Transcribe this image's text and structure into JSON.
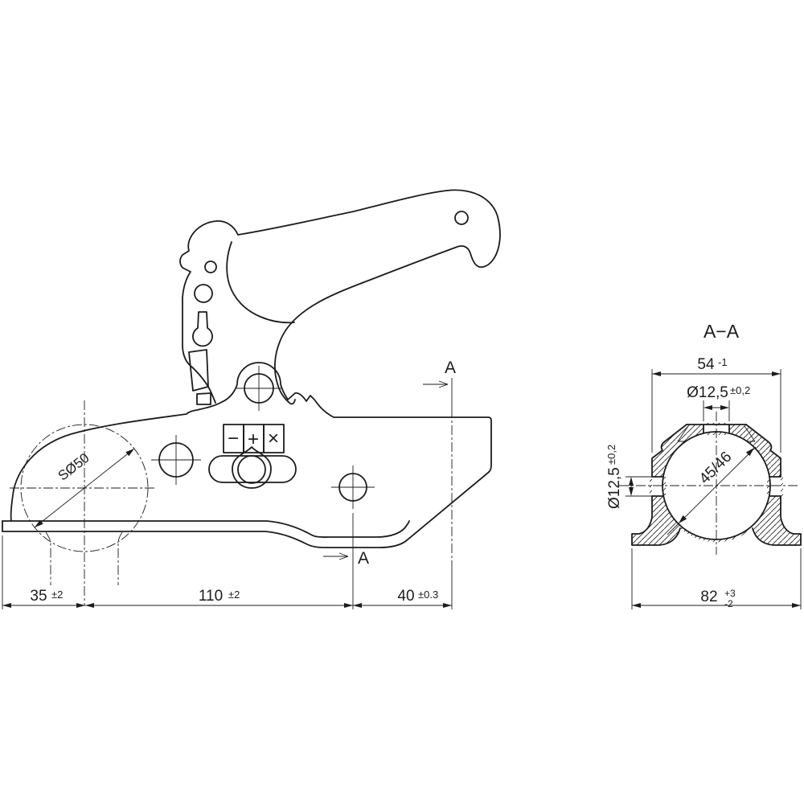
{
  "main_view": {
    "ball_label": "SØ50",
    "section_marker_top": "A",
    "section_marker_bottom": "A",
    "wear_indicator": {
      "minus": "−",
      "plus": "+",
      "cross": "×"
    },
    "dimensions": {
      "d35": {
        "value": "35",
        "tolerance": "±2"
      },
      "d110": {
        "value": "110",
        "tolerance": "±2"
      },
      "d40": {
        "value": "40",
        "tolerance": "±0.3"
      }
    }
  },
  "section_view": {
    "title": "A−A",
    "dimensions": {
      "d54": {
        "value": "54",
        "tolerance": "-1"
      },
      "hole_top": {
        "value": "Ø12,5",
        "tolerance": "±0,2"
      },
      "hole_side": {
        "value": "Ø12,5",
        "tolerance": "±0,2"
      },
      "bore": {
        "value": "45/46"
      },
      "d82": {
        "value": "82",
        "tolerance_plus": "+3",
        "tolerance_minus": "-2"
      }
    }
  },
  "colors": {
    "line": "#1c1c1c",
    "background": "#ffffff"
  }
}
